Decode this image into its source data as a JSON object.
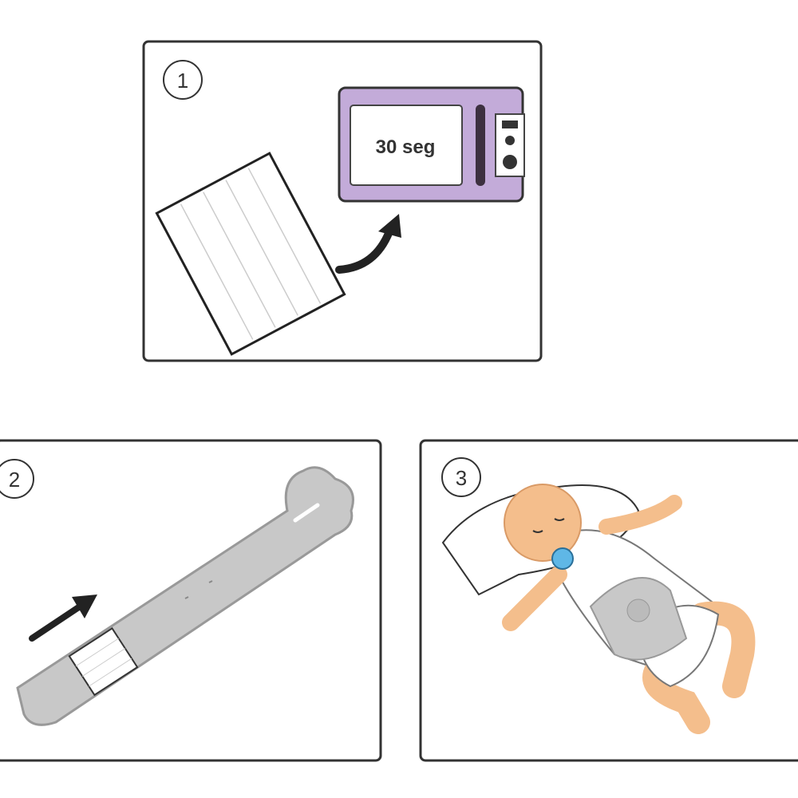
{
  "steps": [
    {
      "number": "1",
      "microwave_label": "30 seg"
    },
    {
      "number": "2"
    },
    {
      "number": "3"
    }
  ],
  "colors": {
    "microwave": "#c3abd9",
    "outline": "#333333",
    "pad": "#c8c8c8",
    "skin": "#f4be8c",
    "pacifier": "#5fb7e6"
  }
}
